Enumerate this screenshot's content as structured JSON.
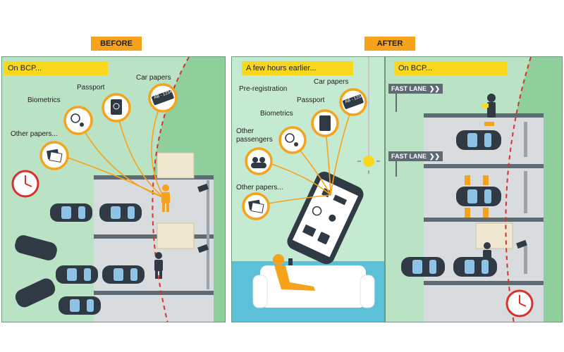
{
  "header": {
    "before_label": "BEFORE",
    "after_label": "AFTER"
  },
  "panel_before": {
    "banner": "On BCP...",
    "labels": {
      "car_papers": "Car papers",
      "passport": "Passport",
      "biometrics": "Biometrics",
      "other_papers": "Other papers...",
      "plate": "AB - 1234"
    }
  },
  "panel_middle": {
    "banner": "A few hours earlier...",
    "labels": {
      "pre_registration": "Pre-registration",
      "car_papers": "Car papers",
      "passport": "Passport",
      "biometrics": "Biometrics",
      "other_passengers": "Other\npassengers",
      "other_passengers_line1": "Other",
      "other_passengers_line2": "passengers",
      "other_papers": "Other papers...",
      "plate": "AB - 1234"
    }
  },
  "panel_after": {
    "banner": "On BCP...",
    "fast_lane_1": "FAST LANE",
    "fast_lane_2": "FAST LANE"
  },
  "colors": {
    "orange": "#f7a21b",
    "banner_yellow": "#f9d71c",
    "green_light": "#b9e3c4",
    "green_dark": "#8fcf9c",
    "car_dark": "#2f3a45",
    "car_window": "#8fc3e6",
    "road_grey": "#d9dcde",
    "red_dashed": "#d9302b"
  }
}
